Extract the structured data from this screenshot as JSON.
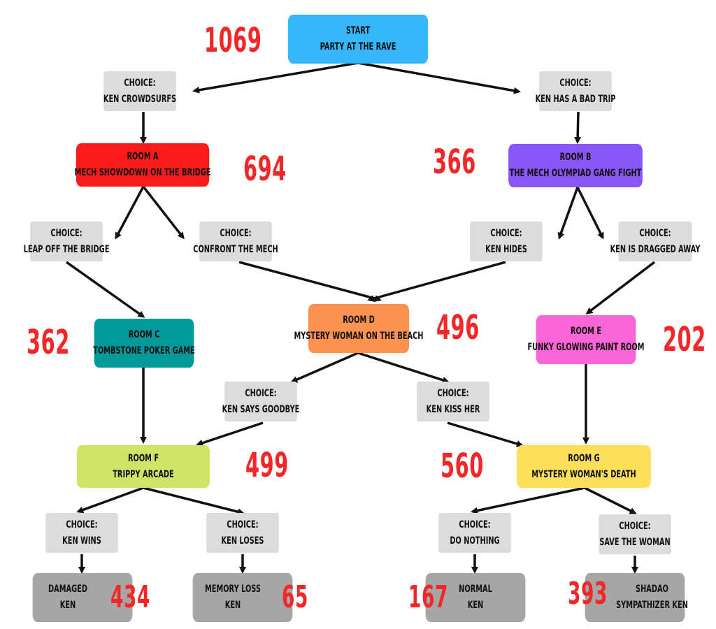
{
  "colors": {
    "start": "#36b7fb",
    "room_a": "#fc1b1b",
    "room_b": "#8b56f7",
    "room_c": "#009a9b",
    "room_d": "#fb924f",
    "room_e": "#fb66d7",
    "room_f": "#cfe367",
    "room_g": "#fddf5c",
    "choice": "#dcdcdc",
    "ending": "#a6a6a6",
    "count": "#f32727"
  },
  "start": {
    "line1": "START",
    "line2": "PARTY AT THE RAVE",
    "count": "1069"
  },
  "choice_crowdsurf": {
    "line1": "CHOICE:",
    "line2": "KEN CROWDSURFS"
  },
  "choice_bad_trip": {
    "line1": "CHOICE:",
    "line2": "KEN HAS A BAD TRIP"
  },
  "room_a": {
    "line1": "ROOM A",
    "line2": "MECH SHOWDOWN ON THE BRIDGE",
    "count": "694"
  },
  "room_b": {
    "line1": "ROOM B",
    "line2": "THE MECH OLYMPIAD GANG FIGHT",
    "count": "366"
  },
  "choice_leap": {
    "line1": "CHOICE:",
    "line2": "LEAP OFF THE BRIDGE"
  },
  "choice_confront": {
    "line1": "CHOICE:",
    "line2": "CONFRONT THE MECH"
  },
  "choice_hides": {
    "line1": "CHOICE:",
    "line2": "KEN HIDES"
  },
  "choice_dragged": {
    "line1": "CHOICE:",
    "line2": "KEN IS DRAGGED AWAY"
  },
  "room_c": {
    "line1": "ROOM C",
    "line2": "TOMBSTONE POKER GAME",
    "count": "362"
  },
  "room_d": {
    "line1": "ROOM D",
    "line2": "MYSTERY WOMAN ON THE BEACH",
    "count": "496"
  },
  "room_e": {
    "line1": "ROOM E",
    "line2": "FUNKY GLOWING PAINT ROOM",
    "count": "202"
  },
  "choice_goodbye": {
    "line1": "CHOICE:",
    "line2": "KEN SAYS GOODBYE"
  },
  "choice_kiss": {
    "line1": "CHOICE:",
    "line2": "KEN KISS HER"
  },
  "room_f": {
    "line1": "ROOM F",
    "line2": "TRIPPY ARCADE",
    "count": "499"
  },
  "room_g": {
    "line1": "ROOM G",
    "line2": "MYSTERY WOMAN'S DEATH",
    "count": "560"
  },
  "choice_wins": {
    "line1": "CHOICE:",
    "line2": "KEN WINS"
  },
  "choice_loses": {
    "line1": "CHOICE:",
    "line2": "KEN LOSES"
  },
  "choice_nothing": {
    "line1": "CHOICE:",
    "line2": "DO NOTHING"
  },
  "choice_save": {
    "line1": "CHOICE:",
    "line2": "SAVE THE WOMAN"
  },
  "end_damaged": {
    "line1": "DAMAGED",
    "line2": "KEN",
    "count": "434"
  },
  "end_memory": {
    "line1": "MEMORY LOSS",
    "line2": "KEN",
    "count": "65"
  },
  "end_normal": {
    "line1": "NORMAL",
    "line2": "KEN",
    "count": "167"
  },
  "end_shadao": {
    "line1": "SHADAO",
    "line2": "SYMPATHIZER KEN",
    "count": "393"
  }
}
